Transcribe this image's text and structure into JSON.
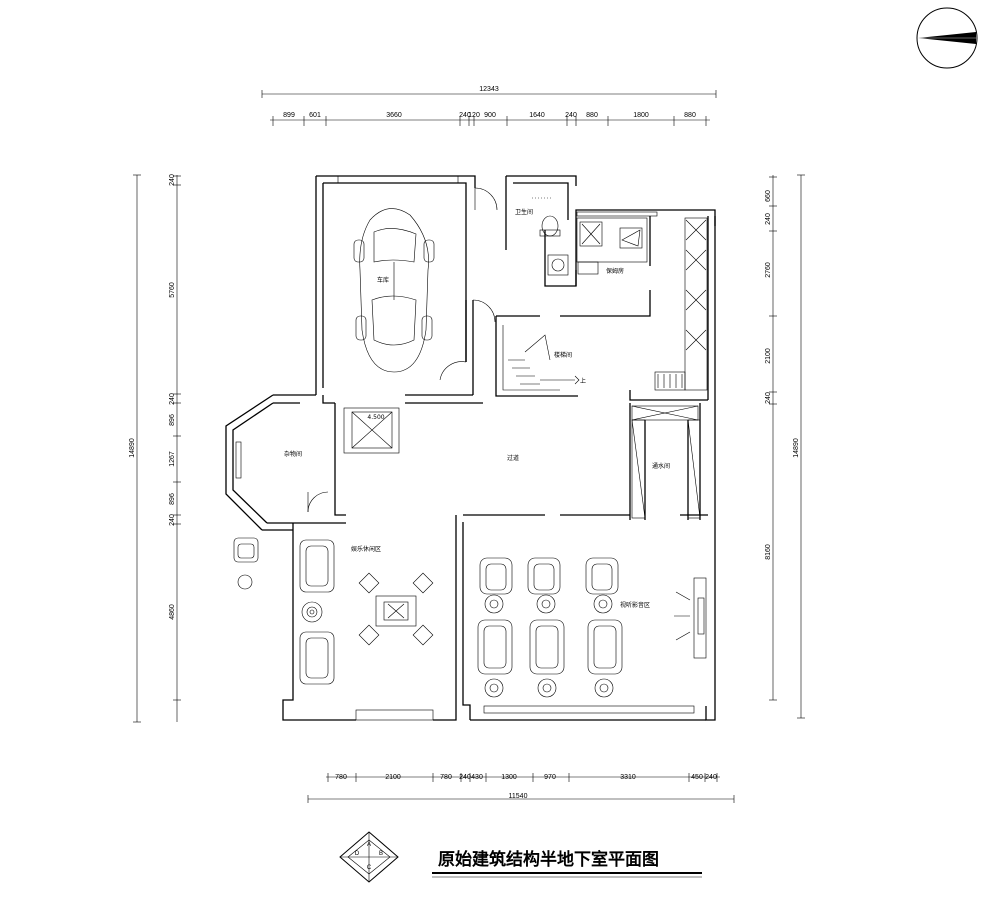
{
  "title": "原始建筑结构半地下室平面图",
  "north_arrow": {
    "icon": "north-arrow-icon"
  },
  "title_symbol": {
    "icon": "compass-diamond-icon",
    "letters": [
      "A",
      "B",
      "C",
      "D"
    ]
  },
  "dimensions": {
    "top_total": "12343",
    "top_segments": [
      "899",
      "601",
      "3660",
      "240",
      "120",
      "900",
      "1640",
      "240",
      "880",
      "1800",
      "880"
    ],
    "bottom_total": "11540",
    "bottom_segments": [
      "780",
      "2100",
      "780",
      "240",
      "430",
      "1300",
      "970",
      "3310",
      "450",
      "240"
    ],
    "left_total": "14890",
    "left_segments": [
      "240",
      "5760",
      "240",
      "896",
      "1267",
      "896",
      "240",
      "4860"
    ],
    "right_total": "14890",
    "right_segments": [
      "240",
      "660",
      "2760",
      "2100",
      "240",
      "8160"
    ]
  },
  "rooms": {
    "garage": "车库",
    "bathroom": "卫生间",
    "nanny_room": "保姆房",
    "stair_room": "楼梯间",
    "storage": "杂物间",
    "corridor": "过道",
    "leisure": "娱乐休闲区",
    "cinema": "视听影音区",
    "water_pump": "通水间",
    "elevator_level": "4.500",
    "stair_up": "上"
  }
}
